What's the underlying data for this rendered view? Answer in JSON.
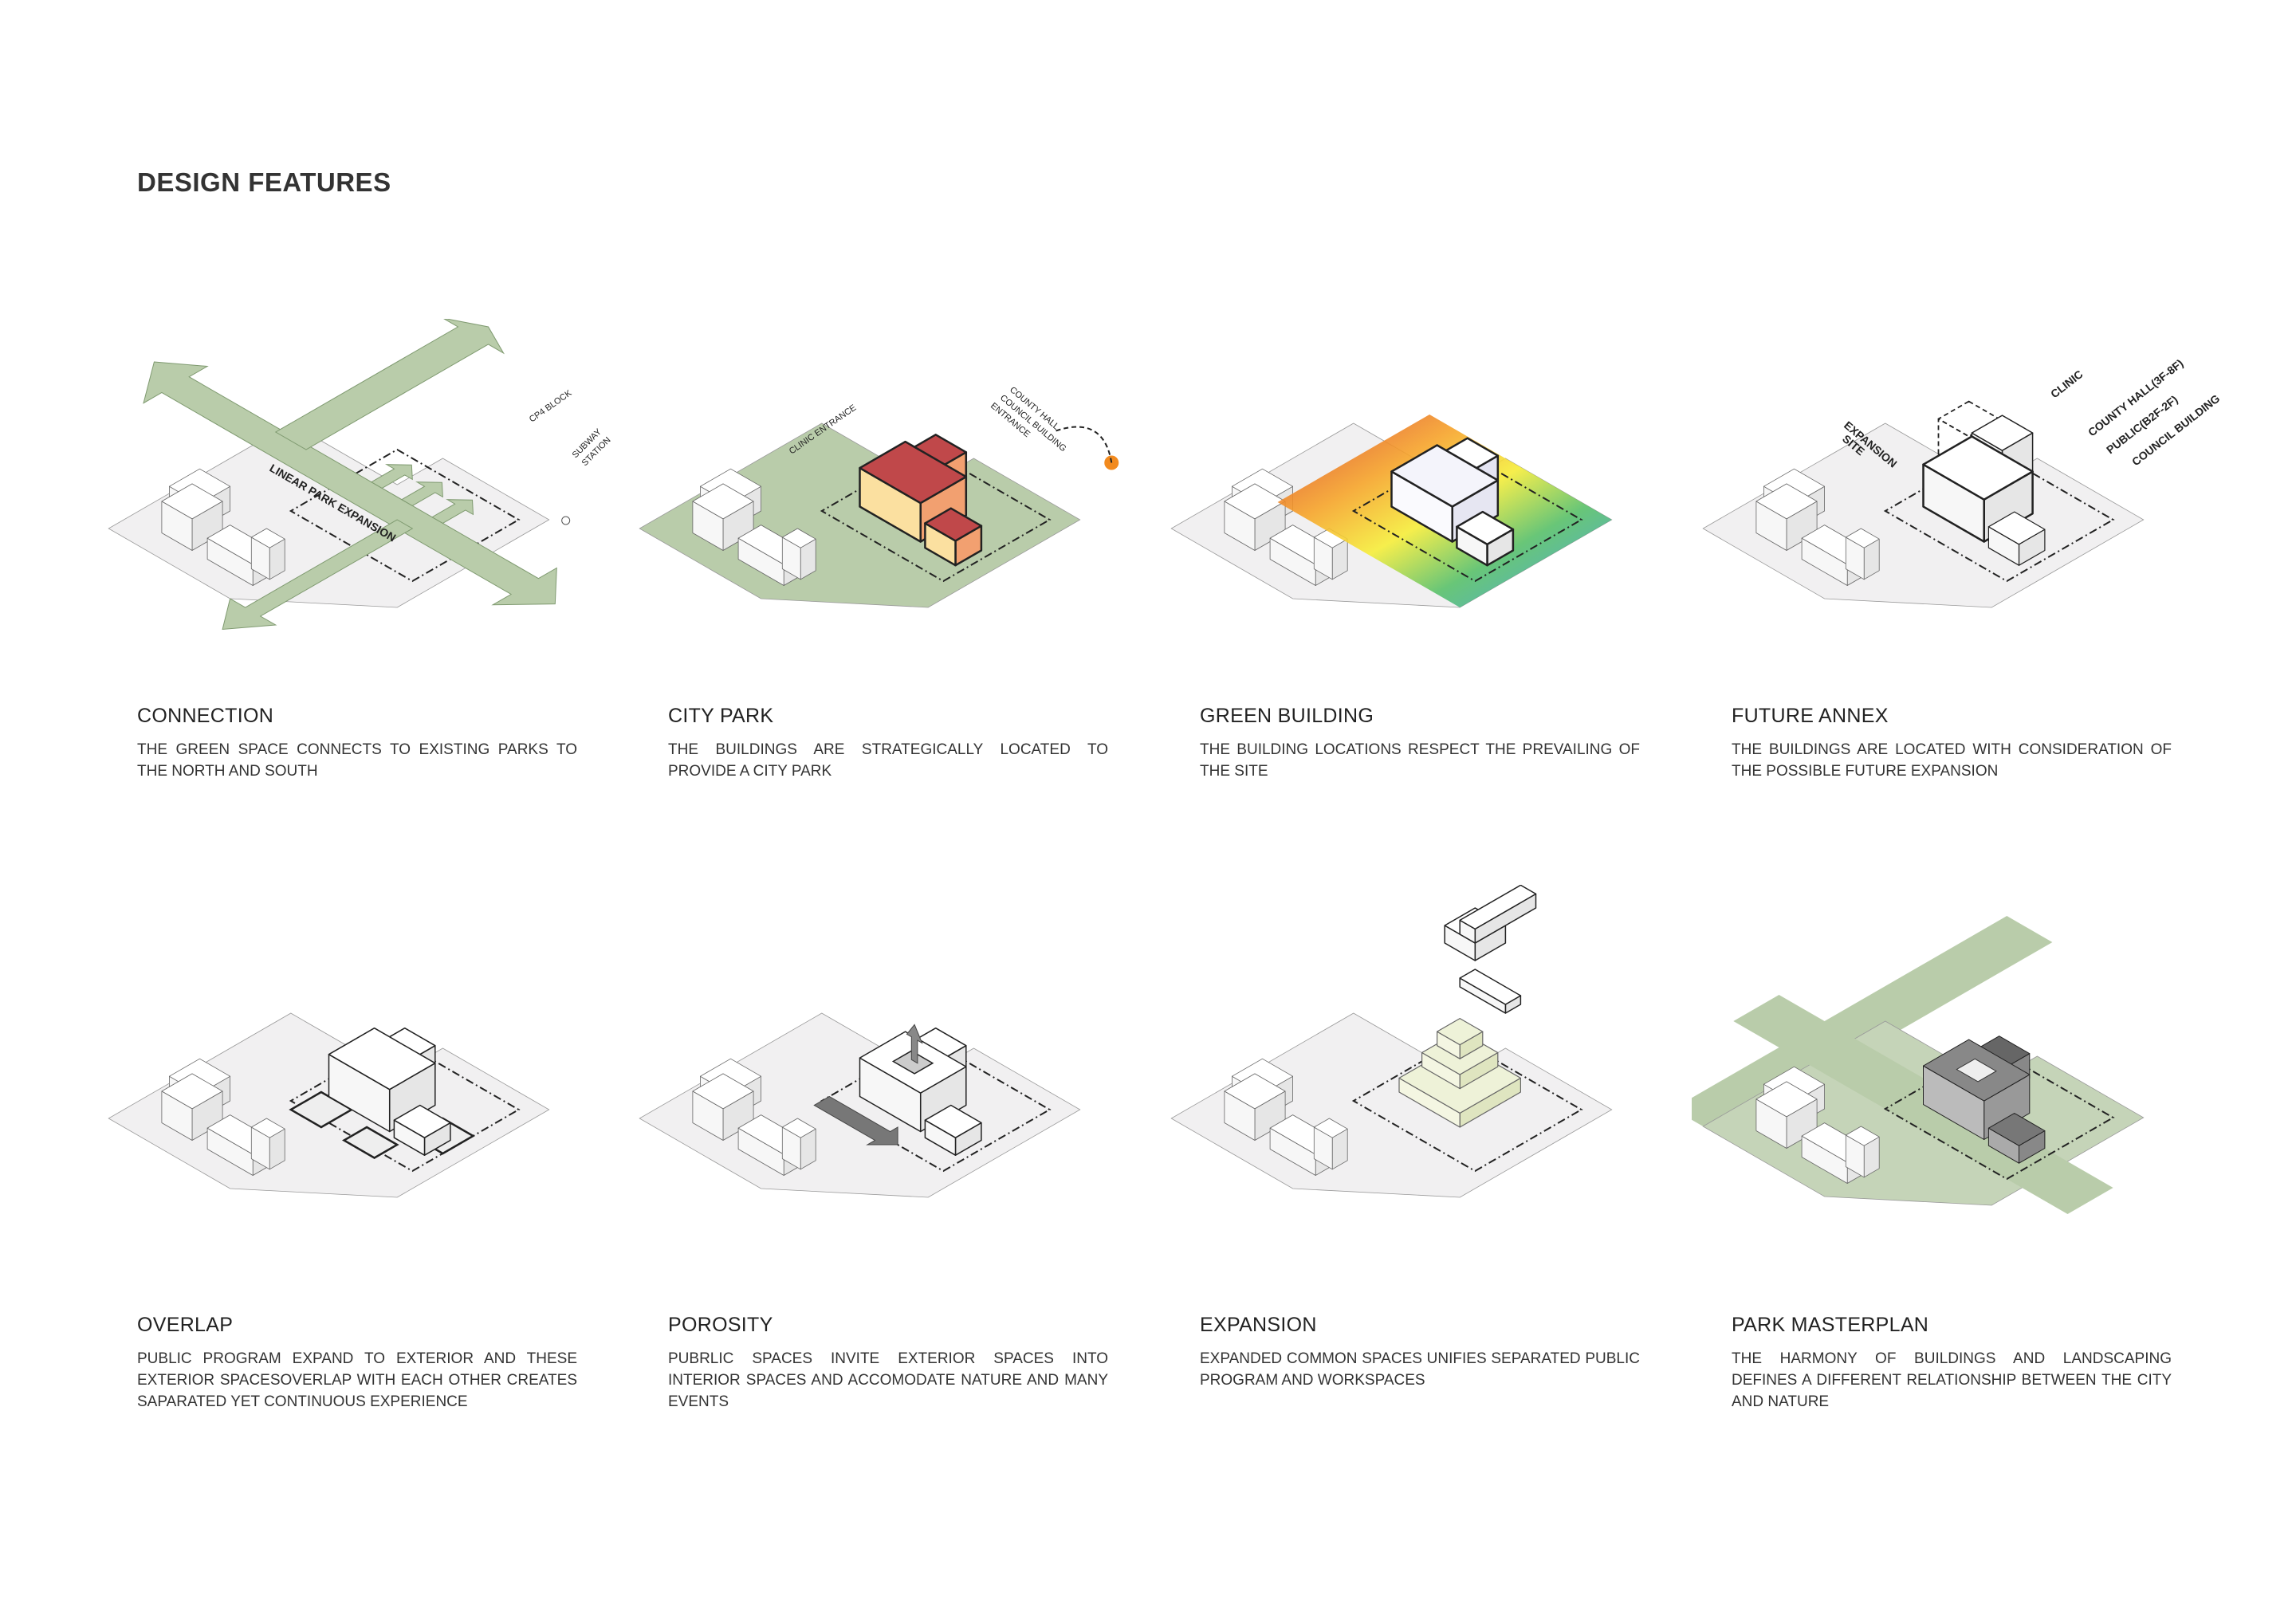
{
  "page": {
    "title": "DESIGN FEATURES"
  },
  "colors": {
    "park_green": "#b9ccaa",
    "building_red": "#c0484a",
    "building_yellow": "#fbe0a0",
    "accent_orange": "#f28a1e",
    "ground": "#f1f0f1"
  },
  "features": [
    {
      "title": "CONNECTION",
      "description": "THE GREEN SPACE CONNECTS TO EXISTING PARKS TO THE NORTH AND SOUTH",
      "labels": {
        "band": "LINEAR PARK EXPANSION",
        "block": "CP4 BLOCK",
        "subway1": "SUBWAY",
        "subway2": "STATION"
      }
    },
    {
      "title": "CITY PARK",
      "description": "THE BUILDINGS ARE STRATEGICALLY LOCATED TO PROVIDE A CITY PARK",
      "labels": {
        "clinic_entrance": "CLINIC ENTRANCE",
        "entrance1": "COUNTY HALL",
        "entrance2": "COUNCIL BUILDING",
        "entrance3": "ENTRANCE"
      }
    },
    {
      "title": "GREEN BUILDING",
      "description": "THE BUILDING LOCATIONS RESPECT THE PREVAILING OF THE SITE"
    },
    {
      "title": "FUTURE ANNEX",
      "description": "THE BUILDINGS ARE LOCATED WITH CONSIDERATION OF THE POSSIBLE FUTURE EXPANSION",
      "labels": {
        "expansion1": "EXPANSION",
        "expansion2": "SITE",
        "clinic": "CLINIC",
        "county_hall": "COUNTY HALL(3F-8F)",
        "public": "PUBLIC(B2F-2F)",
        "council": "COUNCIL BUILDING"
      }
    },
    {
      "title": "OVERLAP",
      "description": "PUBLIC PROGRAM EXPAND TO EXTERIOR AND THESE EXTERIOR SPACESOVERLAP WITH EACH OTHER CREATES SAPARATED YET CONTINUOUS EXPERIENCE"
    },
    {
      "title": "POROSITY",
      "description": "PUBRLIC SPACES INVITE EXTERIOR SPACES INTO INTERIOR SPACES AND ACCOMODATE NATURE AND MANY EVENTS"
    },
    {
      "title": "EXPANSION",
      "description": "EXPANDED COMMON SPACES UNIFIES SEPARATED PUBLIC PROGRAM AND WORKSPACES"
    },
    {
      "title": "PARK MASTERPLAN",
      "description": "THE HARMONY OF BUILDINGS AND LANDSCAPING DEFINES A DIFFERENT RELATIONSHIP BETWEEN THE CITY AND NATURE"
    }
  ]
}
